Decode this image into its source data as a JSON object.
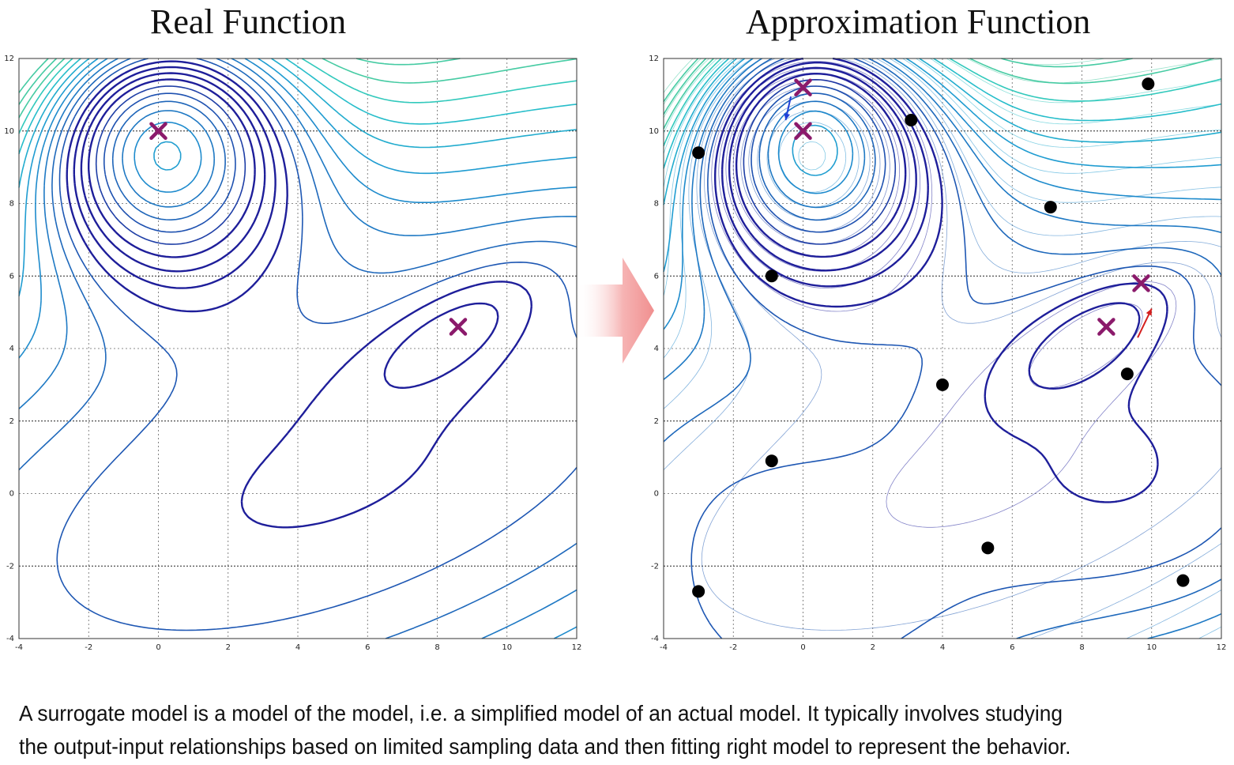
{
  "titles": {
    "left": "Real Function",
    "right": "Approximation Function"
  },
  "caption": {
    "line1": "A surrogate model is a model of the model, i.e. a simplified model of an actual model. It typically involves studying",
    "line2": "the output-input relationships based on limited sampling data and then fitting right model to represent the behavior."
  },
  "axes": {
    "xlim": [
      -4,
      12
    ],
    "ylim": [
      -4,
      12
    ],
    "xticks": [
      "-4",
      "-2",
      "0",
      "2",
      "4",
      "6",
      "8",
      "10",
      "12"
    ],
    "yticks": [
      "-4",
      "-2",
      "0",
      "2",
      "4",
      "6",
      "8",
      "10",
      "12"
    ]
  },
  "colors": {
    "contour_dark": "#1e1e9a",
    "marker": "#8b1a6b",
    "sample_point": "#000000",
    "arrow_fill": "#f4a6a6",
    "step_arrow_blue": "#1f3fd8",
    "step_arrow_red": "#d41f1f"
  },
  "real_function": {
    "global_min": [
      0,
      10
    ],
    "local_min": [
      8.6,
      4.6
    ]
  },
  "approximation": {
    "samples": [
      [
        -3.0,
        9.4
      ],
      [
        3.1,
        10.3
      ],
      [
        9.9,
        11.3
      ],
      [
        7.1,
        7.9
      ],
      [
        -0.9,
        6.0
      ],
      [
        4.0,
        3.0
      ],
      [
        9.3,
        3.3
      ],
      [
        -0.9,
        0.9
      ],
      [
        5.3,
        -1.5
      ],
      [
        -3.0,
        -2.7
      ],
      [
        10.9,
        -2.4
      ]
    ],
    "markers": [
      [
        0,
        11.2
      ],
      [
        0,
        10
      ],
      [
        8.7,
        4.6
      ],
      [
        9.7,
        5.8
      ]
    ],
    "step_arrows": [
      {
        "from": [
          -0.35,
          10.95
        ],
        "to": [
          -0.5,
          10.3
        ],
        "color": "blue"
      },
      {
        "from": [
          9.6,
          4.3
        ],
        "to": [
          10.0,
          5.1
        ],
        "color": "red"
      }
    ]
  }
}
